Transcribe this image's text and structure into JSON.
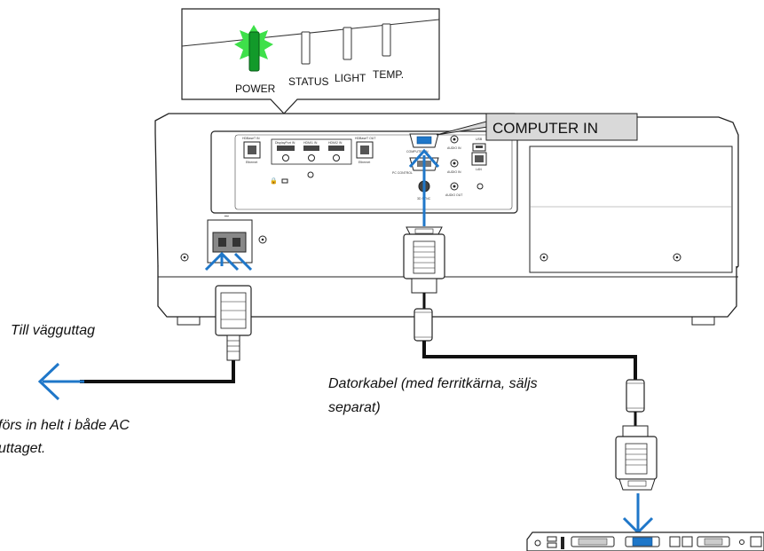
{
  "indicators": {
    "power": "POWER",
    "status": "STATUS",
    "light": "LIGHT",
    "temp": "TEMP."
  },
  "callout": {
    "computer_in": "COMPUTER IN"
  },
  "rear_panel": {
    "hdbaset_in": "HDBaseT IN",
    "ethernet": "Ethernet",
    "displayport_in": "DisplayPort IN",
    "hdmi1_in": "HDMI1 IN",
    "hdmi2_in": "HDMI2 IN",
    "hdbaset_out": "HDBaseT OUT",
    "ethernet_out": "Ethernet",
    "computer_in": "COMPUTER IN",
    "audio_in": "AUDIO IN",
    "usb": "USB",
    "lan": "LAN",
    "pc_control": "PC CONTROL",
    "audio_in_2": "AUDIO IN",
    "3d_sync": "3D SYNC",
    "audio_out": "AUDIO OUT"
  },
  "labels": {
    "till_vagguttag": "Till vägguttag",
    "datorkabel_line1": "Datorkabel (med ferritkärna, säljs",
    "datorkabel_line2": "separat)",
    "note_line1": "förs in helt i både AC",
    "note_line2": "uttaget."
  },
  "colors": {
    "arrow_blue": "#1f77c9",
    "power_led": "#2ecc40",
    "callout_fill": "#d9d9d9"
  }
}
